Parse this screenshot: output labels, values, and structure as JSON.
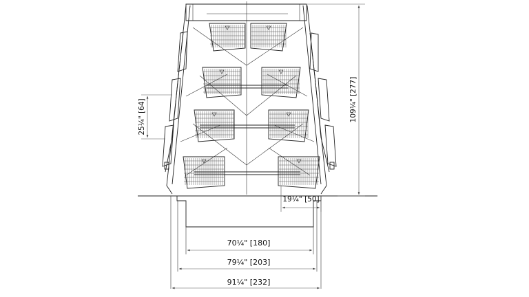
{
  "dimensions": {
    "level_spacing": "25¼\" [64]",
    "overall_height": "109¼\" [277]",
    "trough_gap": "19¼\" [50]",
    "inner_width": "70¼\" [180]",
    "middle_width": "79¼\" [203]",
    "overall_width": "91¼\" [232]"
  },
  "colors": {
    "line": "#222222",
    "background": "#ffffff"
  },
  "icons": [
    "cage-tier",
    "dimension-arrow"
  ]
}
